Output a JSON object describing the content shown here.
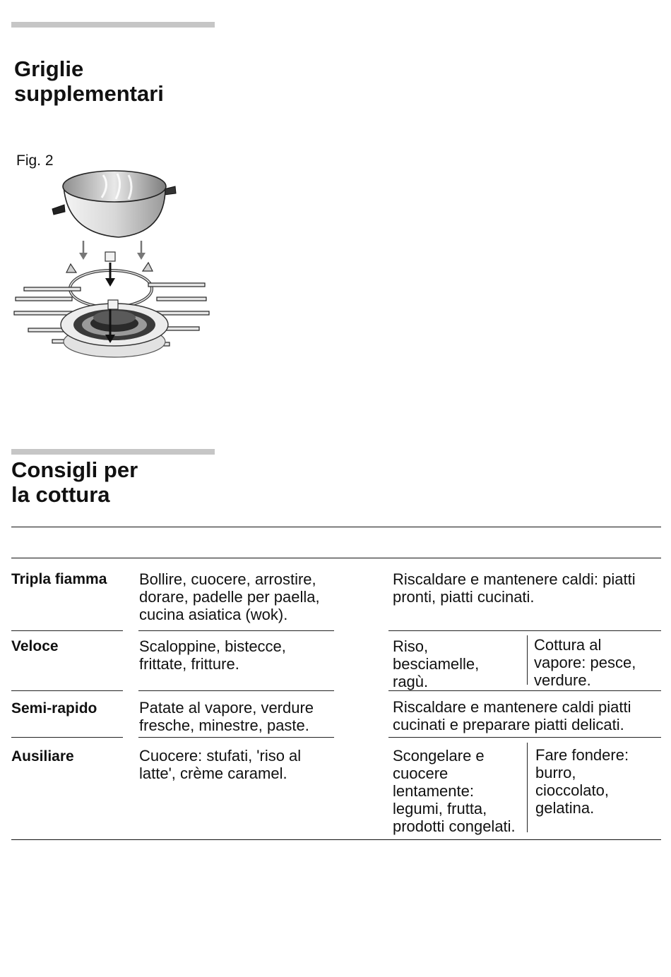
{
  "sections": {
    "griglie": {
      "title_line1": "Griglie",
      "title_line2": "supplementari"
    },
    "consigli": {
      "title_line1": "Consigli per",
      "title_line2": "la cottura"
    }
  },
  "figure": {
    "label": "Fig. 2"
  },
  "table": {
    "rows": [
      {
        "burner": "Tripla fiamma",
        "high": [
          "Bollire, cuocere, arrostire,",
          "dorare, padelle per paella,",
          "cucina asiatica (wok)."
        ],
        "low": [
          "Riscaldare e mantenere caldi: piatti",
          "pronti, piatti cucinati."
        ]
      },
      {
        "burner": "Veloce",
        "high": [
          "Scaloppine, bistecce,",
          "frittate, fritture."
        ],
        "low_a": [
          "Riso,",
          "besciamelle,",
          "ragù."
        ],
        "low_b": [
          "Cottura al",
          "vapore: pesce,",
          "verdure."
        ]
      },
      {
        "burner": "Semi-rapido",
        "high": [
          "Patate al vapore, verdure",
          "fresche, minestre, paste."
        ],
        "low": [
          "Riscaldare e mantenere caldi piatti",
          "cucinati e preparare piatti delicati."
        ]
      },
      {
        "burner": "Ausiliare",
        "high": [
          "Cuocere: stufati, 'riso al",
          "latte', crème caramel."
        ],
        "low_a": [
          "Scongelare e",
          "cuocere",
          "lentamente:",
          "legumi, frutta,",
          "prodotti congelati."
        ],
        "low_b": [
          "Fare fondere:",
          "burro,",
          "cioccolato,",
          "gelatina."
        ]
      }
    ]
  }
}
